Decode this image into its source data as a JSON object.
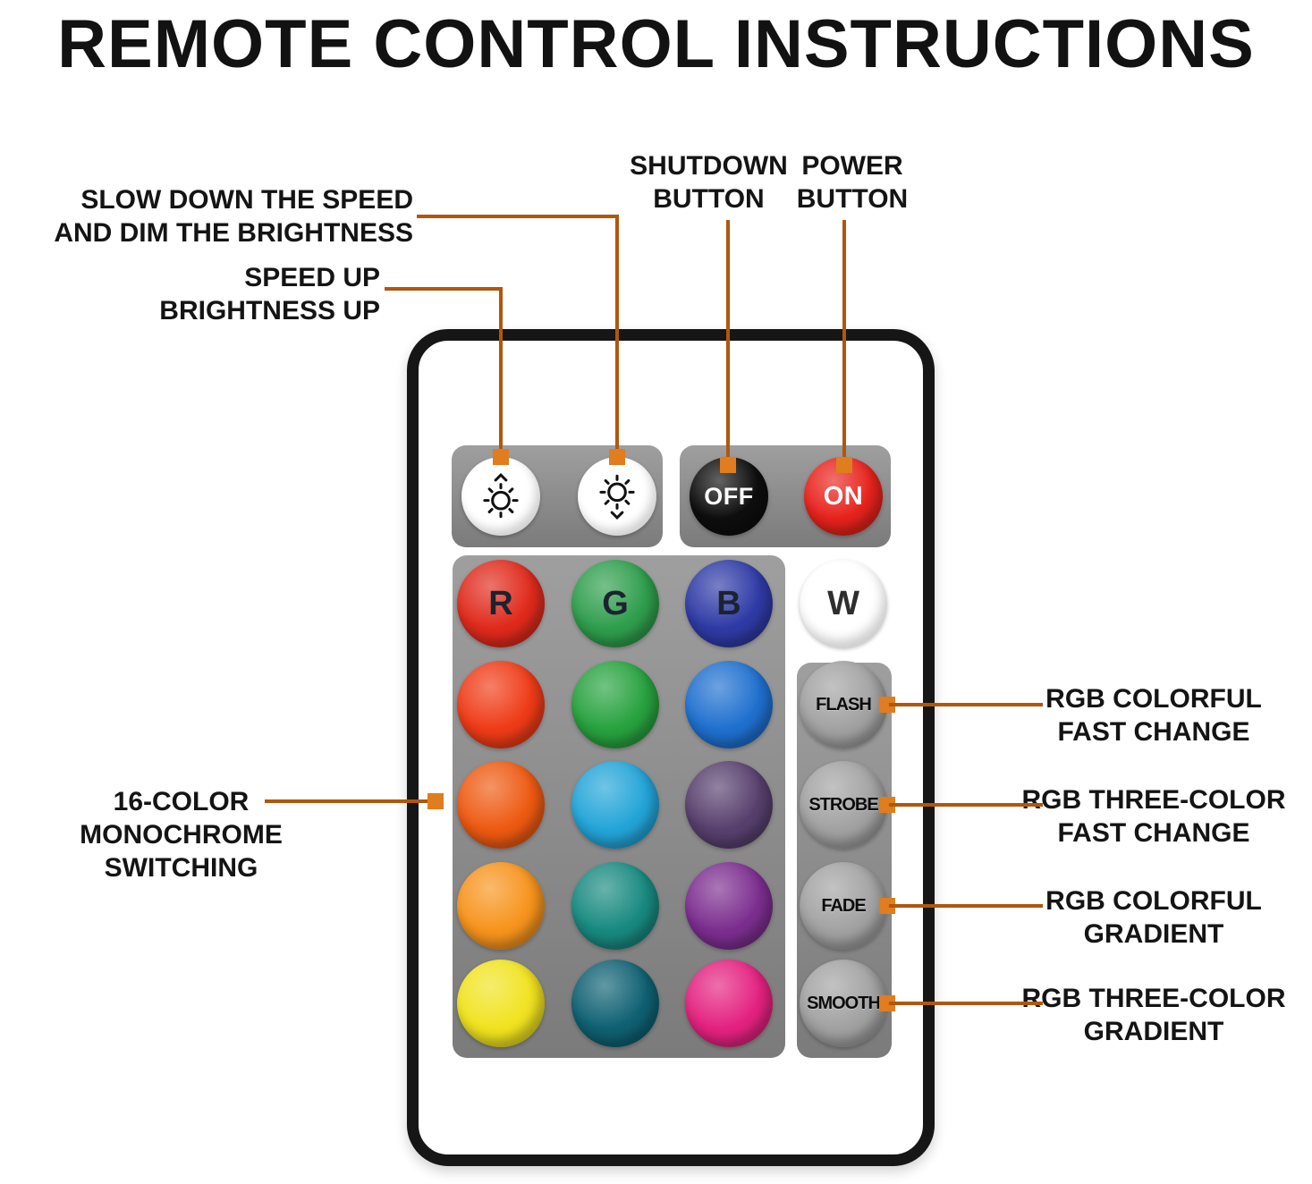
{
  "title": "REMOTE CONTROL INSTRUCTIONS",
  "colors": {
    "annotation_line": "#b0570e",
    "annotation_square": "#e07d1e",
    "panel_gray": "#8f8f8f",
    "remote_frame": "#161616",
    "off_button": "#0e0e0e",
    "on_button": "#e8231d"
  },
  "remote": {
    "top_row": {
      "brightness_up_icon": "sun-up-icon",
      "brightness_down_icon": "sun-down-icon",
      "off_label": "OFF",
      "on_label": "ON"
    },
    "grid": [
      [
        {
          "kind": "color",
          "color": "#e02a1c",
          "label": "R"
        },
        {
          "kind": "color",
          "color": "#2f9e4d",
          "label": "G"
        },
        {
          "kind": "color",
          "color": "#2f3ba6",
          "label": "B"
        },
        {
          "kind": "color",
          "color": "#ffffff",
          "label": "W"
        }
      ],
      [
        {
          "kind": "color",
          "color": "#ef3b17"
        },
        {
          "kind": "color",
          "color": "#28a23f"
        },
        {
          "kind": "color",
          "color": "#1f70cf"
        },
        {
          "kind": "mode",
          "label": "FLASH"
        }
      ],
      [
        {
          "kind": "color",
          "color": "#ee5a12"
        },
        {
          "kind": "color",
          "color": "#23a5d8"
        },
        {
          "kind": "color",
          "color": "#58406e"
        },
        {
          "kind": "mode",
          "label": "STROBE"
        }
      ],
      [
        {
          "kind": "color",
          "color": "#f7941d"
        },
        {
          "kind": "color",
          "color": "#188a80"
        },
        {
          "kind": "color",
          "color": "#7c2e8f"
        },
        {
          "kind": "mode",
          "label": "FADE"
        }
      ],
      [
        {
          "kind": "color",
          "color": "#f1e31f"
        },
        {
          "kind": "color",
          "color": "#0f6173"
        },
        {
          "kind": "color",
          "color": "#e42280"
        },
        {
          "kind": "mode",
          "label": "SMOOTH"
        }
      ]
    ]
  },
  "annotations": {
    "slow_down": [
      "SLOW DOWN THE SPEED",
      "AND DIM THE BRIGHTNESS"
    ],
    "speed_up": [
      "SPEED UP",
      "BRIGHTNESS UP"
    ],
    "shutdown": [
      "SHUTDOWN",
      "BUTTON"
    ],
    "power": [
      "POWER",
      "BUTTON"
    ],
    "sixteen_color": [
      "16-COLOR",
      "MONOCHROME SWITCHING"
    ],
    "flash": [
      "RGB COLORFUL",
      "FAST CHANGE"
    ],
    "strobe": [
      "RGB THREE-COLOR",
      "FAST CHANGE"
    ],
    "fade": [
      "RGB COLORFUL",
      "GRADIENT"
    ],
    "smooth": [
      "RGB THREE-COLOR",
      "GRADIENT"
    ]
  }
}
